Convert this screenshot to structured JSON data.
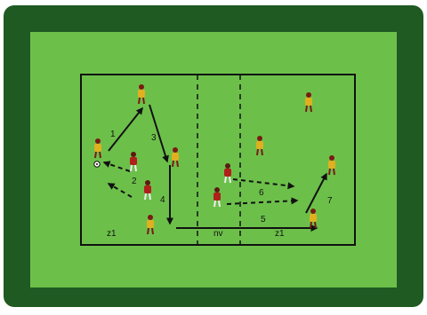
{
  "diagram": {
    "colors": {
      "frame": "#1f5a22",
      "pitch": "#6cc04a",
      "lines": "#111111",
      "player_red_shirt": "#b0201a",
      "player_yellow_shirt": "#e0b020",
      "ball": "#ffffff"
    },
    "field_labels": {
      "zone_left": "z1",
      "zone_mid": "nv",
      "zone_right": "z1"
    },
    "arrow_labels": {
      "a1": "1",
      "a2": "2",
      "a3": "3",
      "a4": "4",
      "a5": "5",
      "a6": "6",
      "a7": "7"
    }
  }
}
